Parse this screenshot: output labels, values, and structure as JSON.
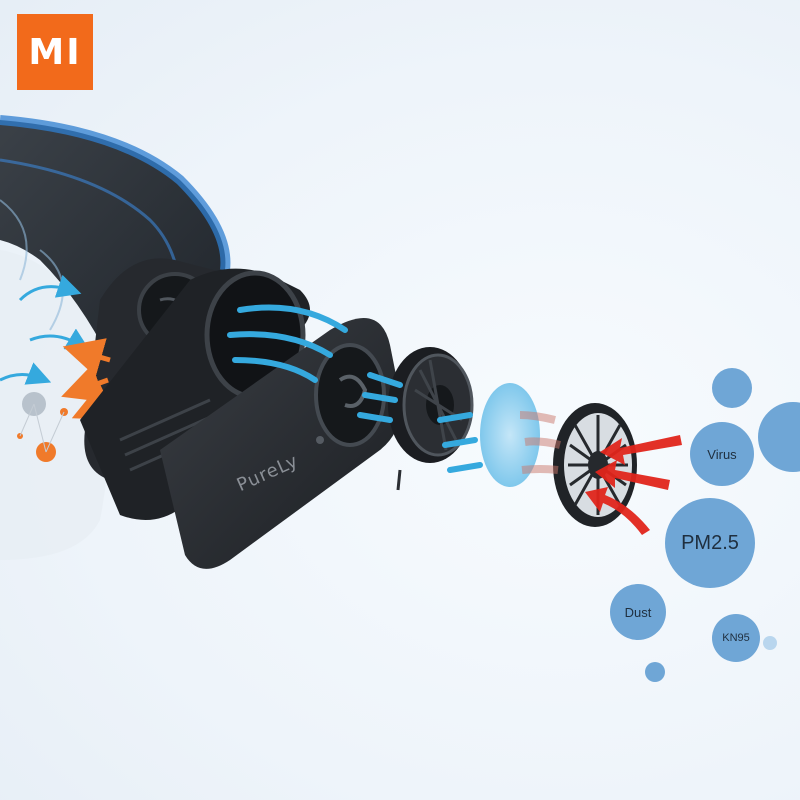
{
  "logo": {
    "text": "MI",
    "color": "#f26a1b"
  },
  "product": {
    "brand": "PureLy"
  },
  "pollutants": {
    "virus": "Virus",
    "pm25": "PM2.5",
    "dust": "Dust",
    "kn95": "KN95"
  },
  "colors": {
    "bubble": "#6fa6d6",
    "bubble_light": "#b9d6ee",
    "inflow_arrow": "#e0251b",
    "airflow_arrow": "#35a9de",
    "exhaust_arrow": "#f07a2a",
    "device": "#2c2f33"
  }
}
